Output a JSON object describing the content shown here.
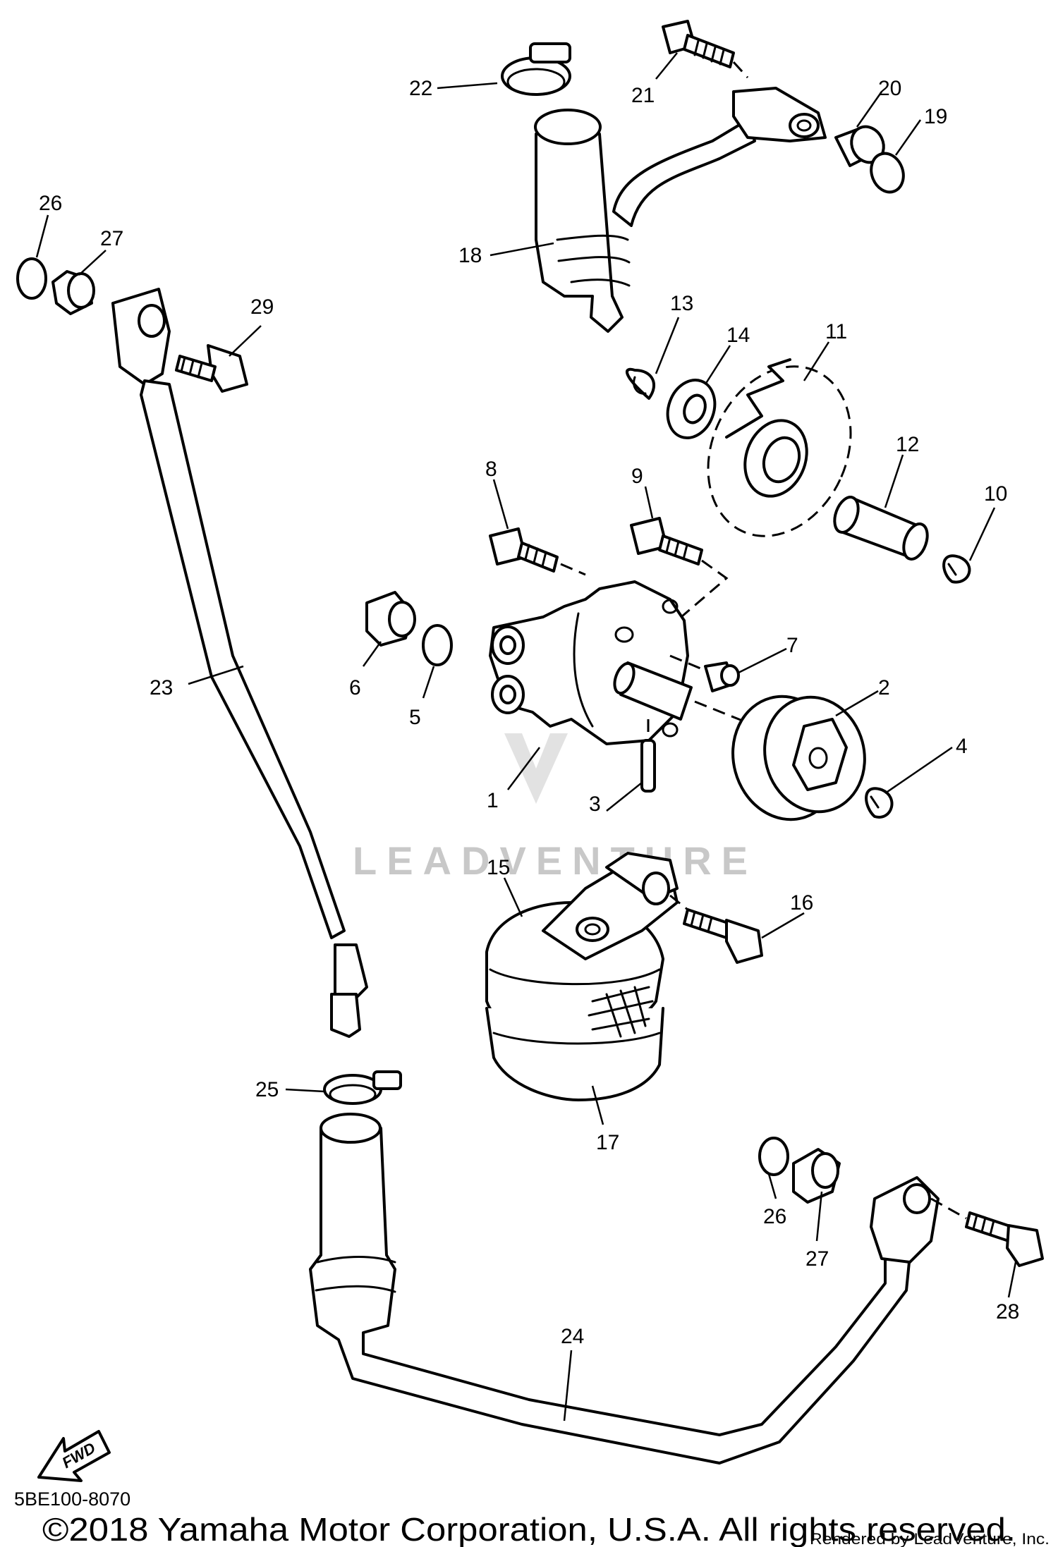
{
  "diagram": {
    "part_labels": [
      "1",
      "2",
      "3",
      "4",
      "5",
      "6",
      "7",
      "8",
      "9",
      "10",
      "11",
      "12",
      "13",
      "14",
      "15",
      "16",
      "17",
      "18",
      "19",
      "20",
      "21",
      "22",
      "23",
      "24",
      "25",
      "26",
      "27",
      "28",
      "29",
      "26",
      "27"
    ],
    "fwd_label": "FWD",
    "diagram_code": "5BE100-8070",
    "watermark": "LEADVENTURE",
    "copyright": "©2018 Yamaha Motor Corporation, U.S.A. All rights reserved.",
    "rendered_by": "Rendered by LeadVenture, Inc."
  }
}
